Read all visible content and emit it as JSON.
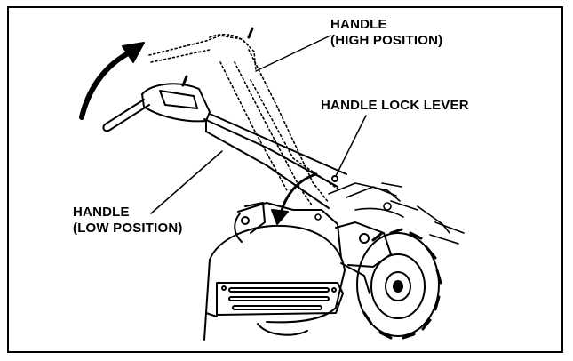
{
  "labels": {
    "handle_high": [
      "HANDLE",
      "(HIGH POSITION)"
    ],
    "handle_lock_lever": "HANDLE LOCK LEVER",
    "handle_low": [
      "HANDLE",
      "(LOW POSITION)"
    ]
  },
  "colors": {
    "ink": "#000000",
    "background": "#ffffff"
  }
}
